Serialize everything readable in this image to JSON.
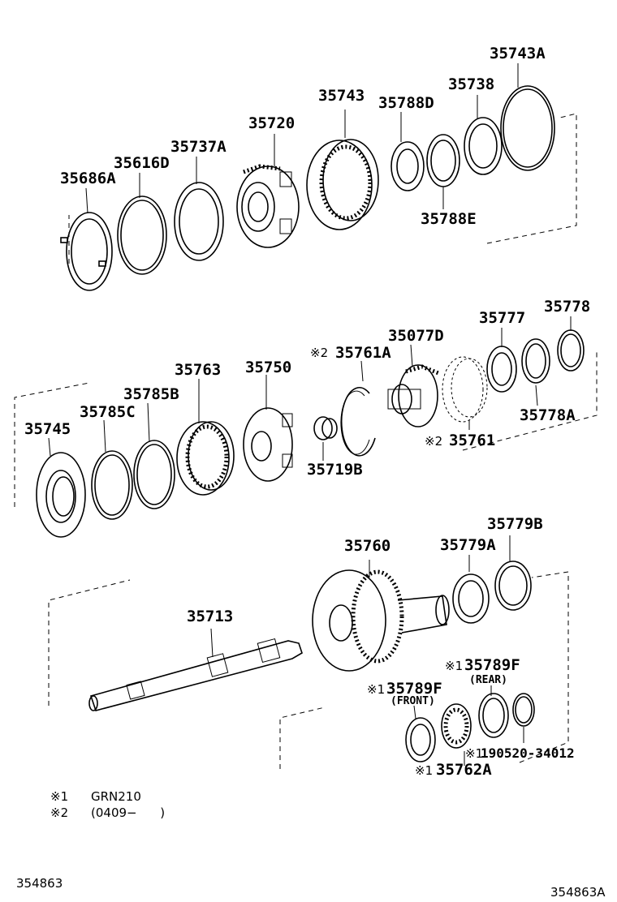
{
  "diagram": {
    "parts": {
      "p35743A": "35743A",
      "p35738": "35738",
      "p35788D": "35788D",
      "p35743": "35743",
      "p35720": "35720",
      "p35737A": "35737A",
      "p35616D": "35616D",
      "p35686A": "35686A",
      "p35788E": "35788E",
      "p35777": "35777",
      "p35778": "35778",
      "p35077D": "35077D",
      "p35761A": "35761A",
      "p35750": "35750",
      "p35763": "35763",
      "p35785B": "35785B",
      "p35785C": "35785C",
      "p35745": "35745",
      "p35778A": "35778A",
      "p35761": "35761",
      "p35719B": "35719B",
      "p35779B": "35779B",
      "p35779A": "35779A",
      "p35760": "35760",
      "p35713": "35713",
      "p35789F_rear": "35789F",
      "p35789F_front": "35789F",
      "p35762A": "35762A",
      "p190520": "190520-34012"
    },
    "markers": {
      "m2": "※2",
      "m1": "※1"
    },
    "sublabels": {
      "rear": "(REAR)",
      "front": "(FRONT)"
    },
    "notes": [
      {
        "mark": "※1",
        "text": "GRN210"
      },
      {
        "mark": "※2",
        "text": "(0409−      )"
      }
    ],
    "ref_left": "354863",
    "ref_right": "354863A"
  }
}
